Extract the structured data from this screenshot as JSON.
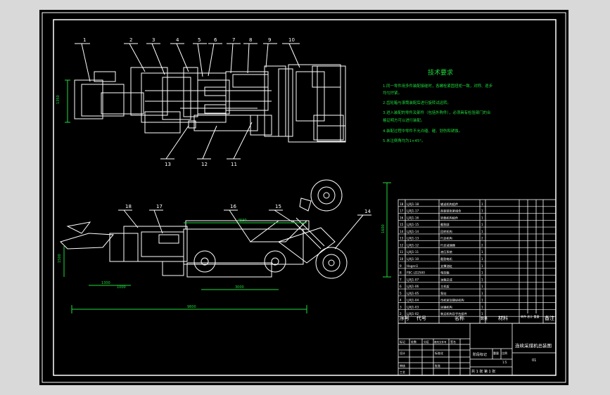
{
  "drawing": {
    "tech_title": "技术要求",
    "tech_notes": [
      "1.同一零件用多件装配接碰时，各螺栓紧固扭矩一致，对称、逐步",
      "  均匀拧紧。",
      "2.齿轮箱与滚筒装配后进行旋转试运转。",
      "3.进入装配的零件及部件（包括外购件），必须具有检验部门的合",
      "  格证明方可以进行装配。",
      "4.装配过程中零件不允许磕、碰、划伤和锈蚀。",
      "5.未注倒角均为1×45°。"
    ],
    "top_view_balloons": [
      "1",
      "2",
      "3",
      "4",
      "5",
      "6",
      "7",
      "8",
      "9",
      "10"
    ],
    "top_view_balloons_bottom": [
      "13",
      "12",
      "11"
    ],
    "side_view_balloons": [
      "18",
      "17",
      "16",
      "15",
      "14"
    ],
    "dimensions": [
      "1350",
      "4590",
      "1600",
      "3000",
      "9800",
      "1300",
      "1500",
      "1000"
    ],
    "bom_rows": [
      {
        "n": "18",
        "code": "LJXJ1-18",
        "name": "输送机构组件",
        "qty": "1"
      },
      {
        "n": "17",
        "code": "LJXJ1-17",
        "name": "刮板链张紧组合",
        "qty": "1"
      },
      {
        "n": "16",
        "code": "LJXJ1-16",
        "name": "转载机构组件",
        "qty": "1"
      },
      {
        "n": "15",
        "code": "LJXJ1-15",
        "name": "截割部",
        "qty": "1"
      },
      {
        "n": "14",
        "code": "LJXJ1-14",
        "name": "回转机构",
        "qty": "1"
      },
      {
        "n": "13",
        "code": "LJXJ1-13",
        "name": "行走机构",
        "qty": "2"
      },
      {
        "n": "12",
        "code": "LJXJ1-12",
        "name": "行走减速器",
        "qty": "2"
      },
      {
        "n": "11",
        "code": "LJXJ1-11",
        "name": "液压系统",
        "qty": "1"
      },
      {
        "n": "10",
        "code": "LJXJ1-10",
        "name": "截割电机",
        "qty": "1"
      },
      {
        "n": "9",
        "code": "Hagen1",
        "name": "支撑油缸",
        "qty": "1"
      },
      {
        "n": "8",
        "code": "FBC-LD2500",
        "name": "电控箱",
        "qty": "1"
      },
      {
        "n": "7",
        "code": "LJXJ1-07",
        "name": "油箱总成",
        "qty": "1"
      },
      {
        "n": "6",
        "code": "LJXJ1-06",
        "name": "主机架",
        "qty": "1"
      },
      {
        "n": "5",
        "code": "LJXJ1-05",
        "name": "泵站",
        "qty": "1"
      },
      {
        "n": "4",
        "code": "LJXJ1-04",
        "name": "司机室及操纵机构",
        "qty": "1"
      },
      {
        "n": "3",
        "code": "LJXJ1-03",
        "name": "运输机构",
        "qty": "1"
      },
      {
        "n": "2",
        "code": "LJXJ1-02",
        "name": "装运机构及平台组件",
        "qty": "1"
      }
    ],
    "bom_header": {
      "seq": "序号",
      "code": "代号",
      "name": "名称",
      "qty": "数量",
      "material": "材料",
      "weight": "单件 总计 重量",
      "remark": "备注"
    },
    "title_block": {
      "drawing_name": "连续采煤机总装图",
      "school": "",
      "stage_label": "阶段标记",
      "weight_label": "重量",
      "scale_label": "比例",
      "scale_value": "1:5",
      "sheet_info": "共 1 张  第 1 张",
      "design_label": "设计",
      "check_label": "审核",
      "process_label": "工艺",
      "approve_label": "批准",
      "date_label": "标准化",
      "sig_label": "签名",
      "mark_label": "标记",
      "count_label": "处数",
      "division_label": "分区",
      "change_label": "更改文件号",
      "drawing_no": "01"
    }
  }
}
